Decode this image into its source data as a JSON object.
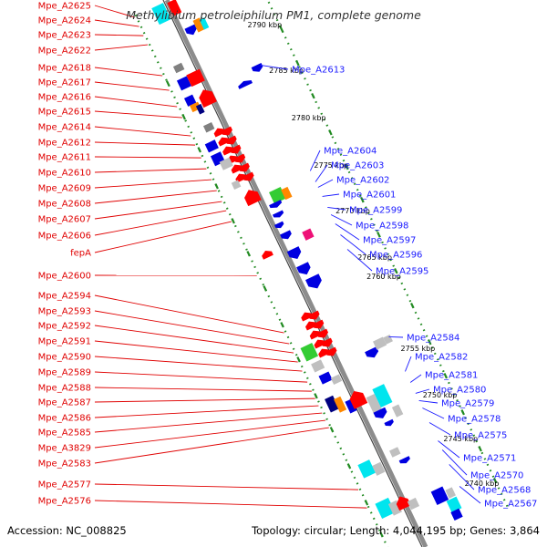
{
  "title": "Methylibium petroleiphilum PM1, complete genome",
  "footer": {
    "accession": "Accession: NC_008825",
    "topology": "Topology: circular; Length: 4,044,195 bp; Genes: 3,864"
  },
  "colors": {
    "backbone": "#8c8c8c",
    "dots": "#228b22",
    "red": "#ff0000",
    "blue": "#0000e0",
    "cyan": "#00e5ee",
    "green": "#33cc33",
    "orange": "#ff8800",
    "navy": "#000080",
    "grey": "#bfbfbf",
    "darkgrey": "#808080",
    "magenta": "#ee1177",
    "label_left": "#e00000",
    "label_right": "#1a1aff"
  },
  "kbp_ticks": [
    "2790 kbp",
    "2785 kbp",
    "2780 kbp",
    "2775 kbp",
    "2770 kbp",
    "2765 kbp",
    "2760 kbp",
    "2755 kbp",
    "2750 kbp",
    "2745 kbp",
    "2740 kbp"
  ],
  "left_labels": [
    "Mpe_A2625",
    "Mpe_A2624",
    "Mpe_A2623",
    "Mpe_A2622",
    "Mpe_A2618",
    "Mpe_A2617",
    "Mpe_A2616",
    "Mpe_A2615",
    "Mpe_A2614",
    "Mpe_A2612",
    "Mpe_A2611",
    "Mpe_A2610",
    "Mpe_A2609",
    "Mpe_A2608",
    "Mpe_A2607",
    "Mpe_A2606",
    "fepA",
    "Mpe_A2600",
    "Mpe_A2594",
    "Mpe_A2593",
    "Mpe_A2592",
    "Mpe_A2591",
    "Mpe_A2590",
    "Mpe_A2589",
    "Mpe_A2588",
    "Mpe_A2587",
    "Mpe_A2586",
    "Mpe_A2585",
    "Mpe_A3829",
    "Mpe_A2583",
    "Mpe_A2577",
    "Mpe_A2576"
  ],
  "right_labels": [
    "Mpe_A2613",
    "Mpe_A2604",
    "Mpe_A2603",
    "Mpe_A2602",
    "Mpe_A2601",
    "Mpe_A2599",
    "Mpe_A2598",
    "Mpe_A2597",
    "Mpe_A2596",
    "Mpe_A2595",
    "Mpe_A2584",
    "Mpe_A2582",
    "Mpe_A2581",
    "Mpe_A2580",
    "Mpe_A2579",
    "Mpe_A2578",
    "Mpe_A2575",
    "Mpe_A2571",
    "Mpe_A2570",
    "Mpe_A2568",
    "Mpe_A2567"
  ]
}
